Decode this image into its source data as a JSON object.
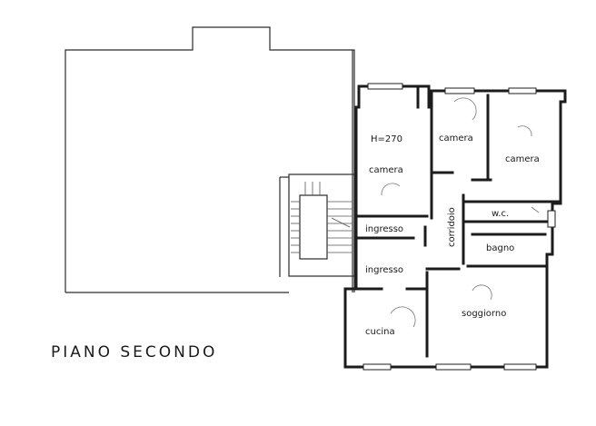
{
  "title": "PIANO SECONDO",
  "rooms": {
    "height_note": "H=270",
    "camera_left": "camera",
    "camera_mid": "camera",
    "camera_right": "camera",
    "corridoio": "corridoio",
    "wc": "w.c.",
    "bagno": "bagno",
    "ingresso": "ingresso",
    "ingresso_small": "ingresso",
    "cucina": "cucina",
    "soggiorno": "soggiorno"
  }
}
